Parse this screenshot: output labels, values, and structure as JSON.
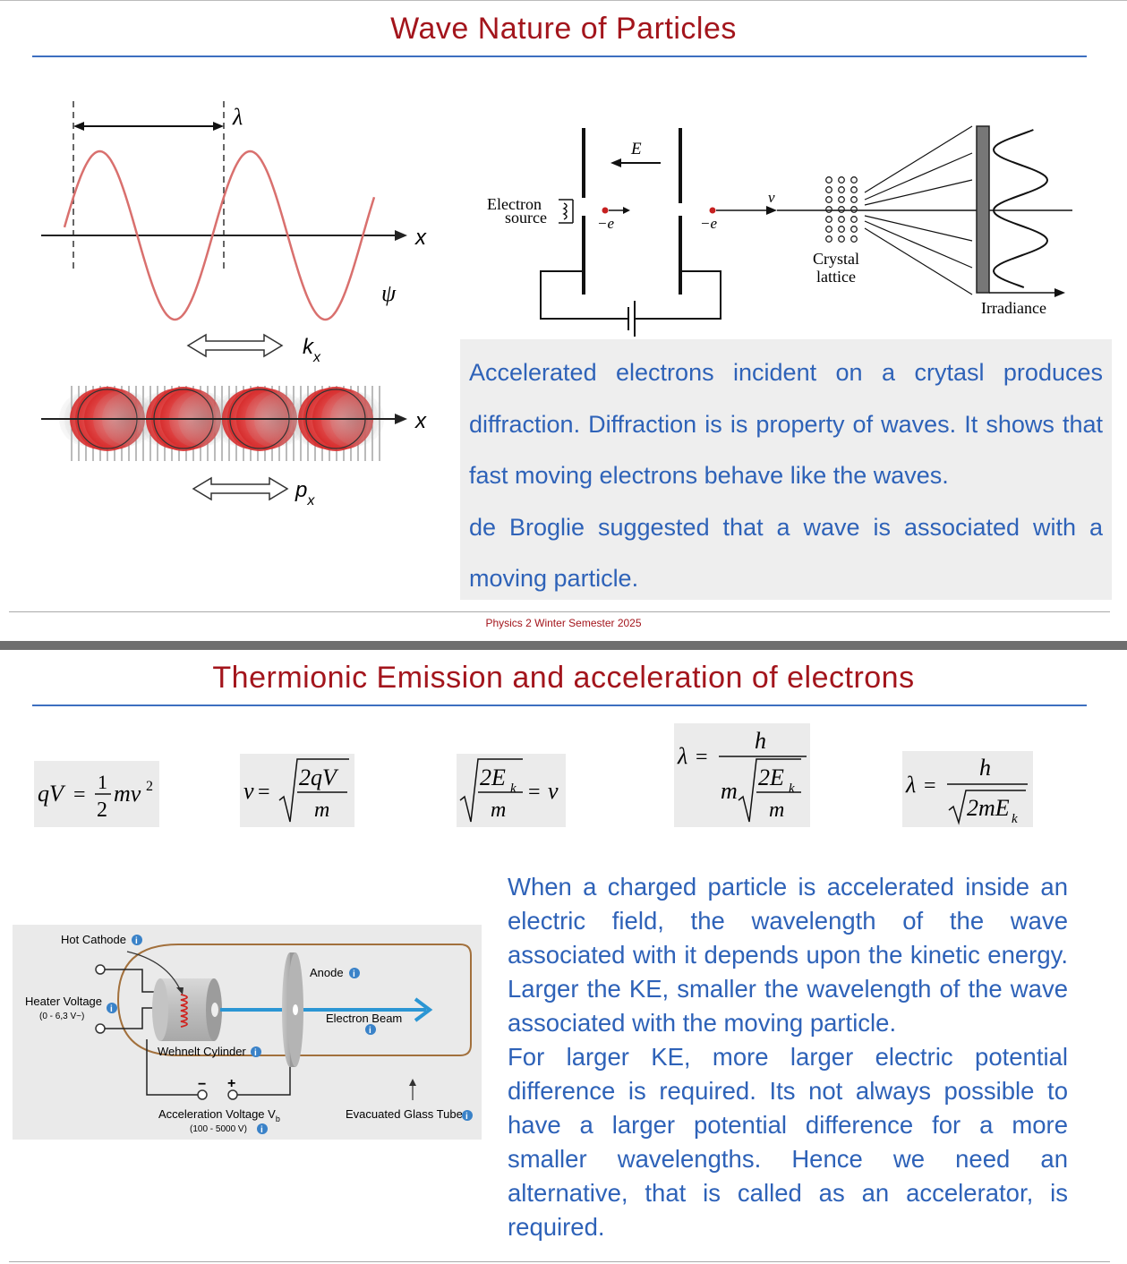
{
  "slide1": {
    "title": "Wave Nature of Particles",
    "wave_diagram": {
      "lambda_label": "λ",
      "x_label": "x",
      "psi_label": "ψ",
      "kx_label": "k",
      "kx_sub": "x",
      "px_label": "p",
      "px_sub": "x"
    },
    "diffraction_diagram": {
      "electron_source_line1": "Electron",
      "electron_source_line2": "source",
      "field_label": "E",
      "charge_label_1": "−e",
      "charge_label_2": "−e",
      "velocity_label": "v",
      "crystal_line1": "Crystal",
      "crystal_line2": "lattice",
      "irradiance_label": "Irradiance"
    },
    "paragraph_1": "Accelerated electrons incident on a crytasl produces diffraction. Diffraction is is property of waves. It shows that fast moving electrons behave like the waves.",
    "paragraph_2": "de Broglie suggested that a wave is associated with a moving particle.",
    "footer": "Physics 2 Winter Semester 2025"
  },
  "slide2": {
    "title": "Thermionic Emission and acceleration of electrons",
    "equations": {
      "eq1_lhs": "qV",
      "eq1_num": "1",
      "eq1_den": "2",
      "eq1_rhs": "mv",
      "eq1_exp": "2",
      "eq2_lhs": "v",
      "eq2_num": "2qV",
      "eq2_den": "m",
      "eq3_num": "2E",
      "eq3_sub": "k",
      "eq3_den": "m",
      "eq3_rhs": "v",
      "eq4_lhs": "λ",
      "eq4_num": "h",
      "eq4_m": "m",
      "eq4_rnum": "2E",
      "eq4_sub": "k",
      "eq4_rden": "m",
      "eq5_lhs": "λ",
      "eq5_num": "h",
      "eq5_den": "2mE",
      "eq5_sub": "k"
    },
    "tube_diagram": {
      "hot_cathode": "Hot Cathode",
      "heater_voltage": "Heater Voltage",
      "heater_range": "(0 - 6,3 V~)",
      "anode": "Anode",
      "electron_beam": "Electron Beam",
      "wehnelt": "Wehnelt Cylinder",
      "acc_voltage": "Acceleration Voltage V",
      "acc_voltage_sub": "b",
      "acc_range": "(100 - 5000 V)",
      "glass_tube": "Evacuated Glass Tube",
      "minus": "−",
      "plus": "+",
      "info_icon": "i"
    },
    "paragraph_1": "When a charged particle is accelerated inside an electric field, the wavelength of the wave associated with it depends upon the kinetic energy. Larger the KE, smaller the wavelength of the wave associated with the moving particle.",
    "paragraph_2": "For larger KE, more larger electric potential difference is required. Its not always possible to have a larger potential difference for a more smaller wavelengths. Hence we need an alternative, that is called as an accelerator, is required."
  },
  "colors": {
    "title_red": "#a3151c",
    "text_blue": "#2e62b8",
    "rule_blue": "#3d6fc0",
    "wave_red": "#d9706e"
  }
}
